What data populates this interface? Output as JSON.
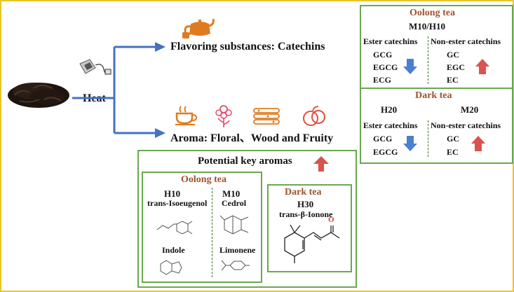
{
  "main": {
    "heat_label": "Heat",
    "flavoring_label": "Flavoring substances: Catechins",
    "aroma_label": "Aroma: Floral、Wood and Fruity"
  },
  "key_aromas": {
    "title": "Potential key aromas",
    "oolong": {
      "title": "Oolong tea",
      "h10": {
        "label": "H10",
        "compounds": [
          "trans-Isoeugenol",
          "Indole"
        ]
      },
      "m10": {
        "label": "M10",
        "compounds": [
          "Cedrol",
          "Limonene"
        ]
      }
    },
    "dark": {
      "title": "Dark tea",
      "label": "H30",
      "compound": "trans-β-Ionone",
      "structure_atom": "O"
    }
  },
  "catechins_panel": {
    "oolong": {
      "title": "Oolong tea",
      "ratio": "M10/H10",
      "ester_header": "Ester catechins",
      "nonester_header": "Non-ester catechins",
      "ester_items": [
        "GCG",
        "EGCG",
        "ECG"
      ],
      "nonester_items": [
        "GC",
        "EGC",
        "EC"
      ],
      "ester_trend": "down",
      "nonester_trend": "up"
    },
    "dark": {
      "title": "Dark tea",
      "col1": "H20",
      "col2": "M20",
      "ester_header": "Ester catechins",
      "nonester_header": "Non-ester catechins",
      "ester_items": [
        "GCG",
        "EGCG"
      ],
      "nonester_items": [
        "GC",
        "EC"
      ],
      "ester_trend": "down",
      "nonester_trend": "up"
    }
  },
  "colors": {
    "frame": "#e8c52a",
    "box_border": "#6aa84f",
    "title_brown": "#a0522d",
    "flow_arrow": "#4472c4",
    "down_arrow": "#4a7fd1",
    "up_arrow": "#d9534f"
  }
}
